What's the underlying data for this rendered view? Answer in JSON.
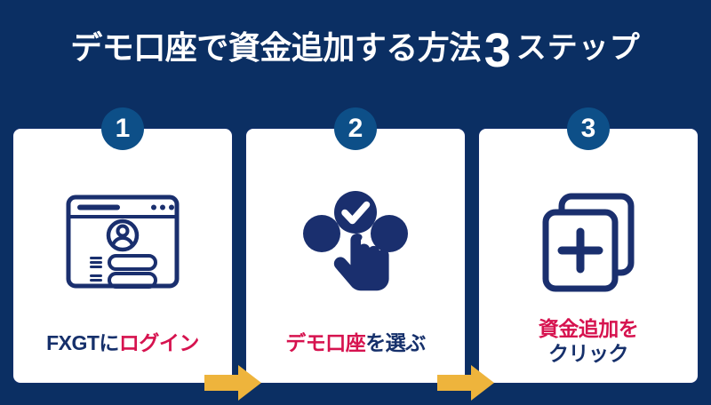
{
  "colors": {
    "background": "#0b2f63",
    "card_bg": "#ffffff",
    "card_border": "#13306c",
    "badge_blue": "#0d4f88",
    "navy_text": "#16306b",
    "pink_text": "#d6134f",
    "arrow_amber": "#eeb43c",
    "icon_navy": "#1a2f6e"
  },
  "header": {
    "title_main": "デモ口座で資金追加する方法",
    "title_number": "3",
    "title_suffix": "ステップ"
  },
  "steps": [
    {
      "badge": "1",
      "icon": "browser-login-icon",
      "label_pink": "",
      "label_navy": "FXGTに",
      "label_pink_2": "ログイン",
      "label_full": "FXGTにログイン"
    },
    {
      "badge": "2",
      "icon": "hand-select-check-icon",
      "label_pink": "デモ口座",
      "label_navy": "を選ぶ",
      "label_full": "デモ口座を選ぶ"
    },
    {
      "badge": "3",
      "icon": "add-document-plus-icon",
      "label_pink": "資金追加を",
      "label_navy": "クリック",
      "label_full": "資金追加をクリック"
    }
  ],
  "arrows": [
    {
      "name": "arrow-step1-to-step2",
      "direction": "right"
    },
    {
      "name": "arrow-step2-to-step3",
      "direction": "right"
    }
  ]
}
